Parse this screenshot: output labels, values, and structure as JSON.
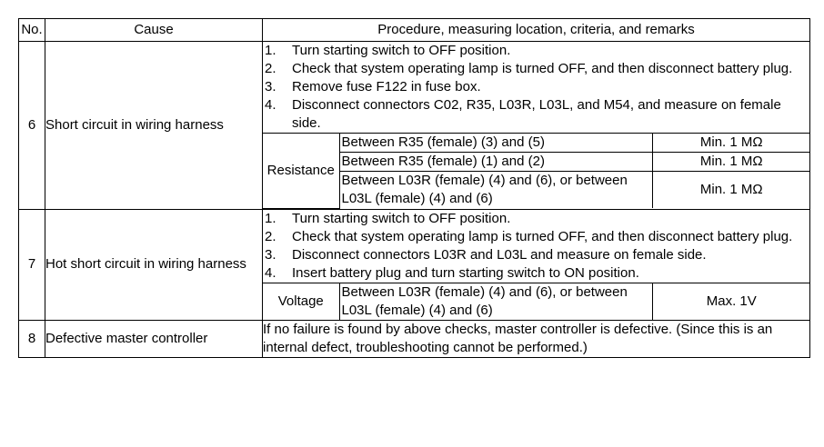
{
  "headers": {
    "no": "No.",
    "cause": "Cause",
    "procedure": "Procedure, measuring location, criteria, and remarks"
  },
  "rows": [
    {
      "no": "6",
      "cause": "Short circuit in wiring harness",
      "steps": [
        {
          "n": "1.",
          "text": "Turn starting switch to OFF position."
        },
        {
          "n": "2.",
          "text": "Check that system operating lamp is turned OFF, and then disconnect battery plug."
        },
        {
          "n": "3.",
          "text": "Remove fuse F122 in fuse box."
        },
        {
          "n": "4.",
          "text": "Disconnect connectors C02, R35, L03R, L03L, and M54, and measure on female side."
        }
      ],
      "measure_category": "Resistance",
      "measurements": [
        {
          "between": "Between R35 (female) (3) and (5)",
          "criteria": "Min. 1 MΩ"
        },
        {
          "between": "Between R35 (female) (1) and (2)",
          "criteria": "Min. 1 MΩ"
        },
        {
          "between": "Between L03R (female) (4) and (6), or between L03L (female) (4) and (6)",
          "criteria": "Min. 1 MΩ"
        }
      ]
    },
    {
      "no": "7",
      "cause": "Hot short circuit in wiring harness",
      "steps": [
        {
          "n": "1.",
          "text": "Turn starting switch to OFF position."
        },
        {
          "n": "2.",
          "text": "Check that system operating lamp is turned OFF, and then disconnect battery plug."
        },
        {
          "n": "3.",
          "text": "Disconnect connectors L03R and L03L and measure on female side."
        },
        {
          "n": "4.",
          "text": "Insert battery plug and turn starting switch to ON position."
        }
      ],
      "measure_category": "Voltage",
      "measurements": [
        {
          "between": "Between L03R (female) (4) and (6), or between L03L (female) (4) and (6)",
          "criteria": "Max. 1V"
        }
      ]
    },
    {
      "no": "8",
      "cause": "Defective master controller",
      "note": "If no failure is found by above checks, master controller is defective. (Since this is an internal defect, troubleshooting cannot be performed.)"
    }
  ]
}
